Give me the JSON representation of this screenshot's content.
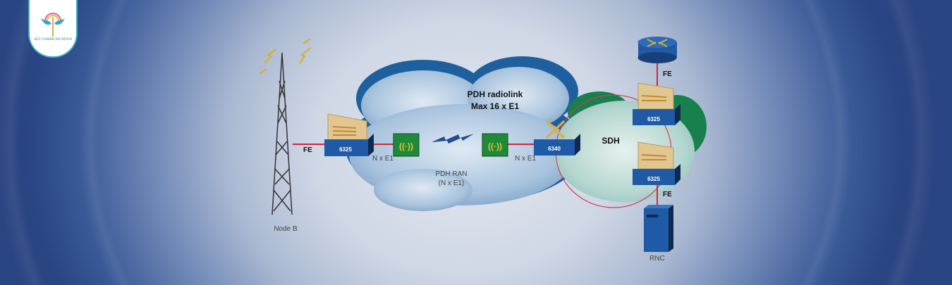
{
  "logo": {
    "text": "SKY COMMUNICATION"
  },
  "diagram": {
    "title_line1": "PDH radiolink",
    "title_line2": "Max 16 x E1",
    "node_b": "Node B",
    "fe_left": "FE",
    "device_left": "6325",
    "nxe1_left": "N x E1",
    "pdh_ran": "PDH RAN",
    "pdh_ran_sub": "(N x E1)",
    "nxe1_right": "N x E1",
    "device_cross": "6340",
    "sdh": "SDH",
    "fe_top": "FE",
    "device_top": "6325",
    "device_bottom": "6325",
    "fe_bottom": "FE",
    "rnc": "RNC"
  },
  "colors": {
    "link": "#d0283a",
    "device_blue": "#1f5aa6",
    "radio_green": "#1f8a3a",
    "cloud_blue": "#2b6fae",
    "sdh_green": "#1d8a55"
  }
}
